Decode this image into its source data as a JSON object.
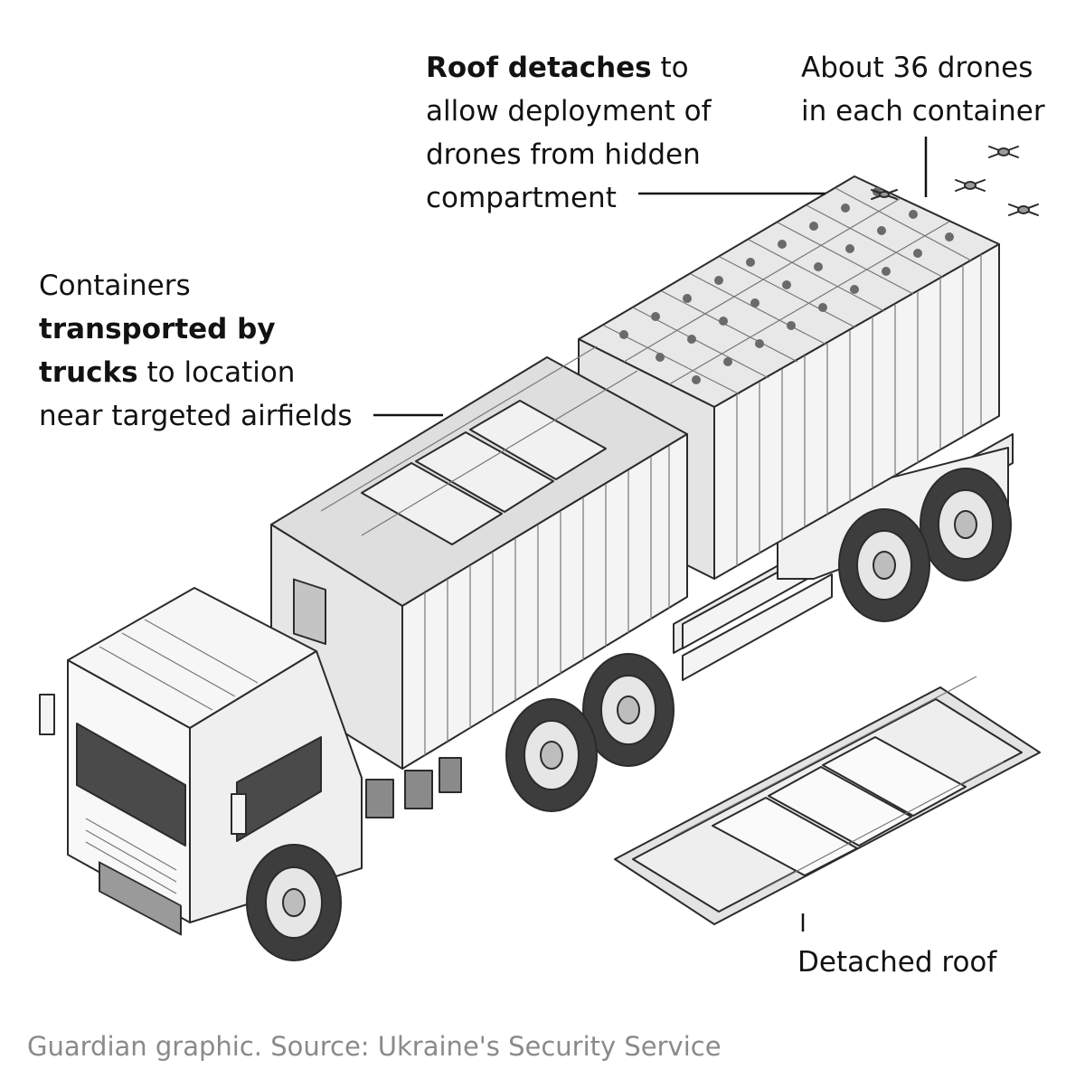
{
  "annotations": {
    "roof_detaches": {
      "bold": "Roof detaches",
      "line1_rest": " to",
      "line2": "allow deployment of",
      "line3": "drones from hidden",
      "line4": "compartment"
    },
    "drones_count": {
      "line1": "About 36 drones",
      "line2": "in each container"
    },
    "containers_transported": {
      "line1": "Containers",
      "bold1": "transported by",
      "bold2": "trucks",
      "line3_rest": " to location",
      "line4": "near targeted airfields"
    },
    "detached_roof": {
      "label": "Detached roof"
    }
  },
  "credit": "Guardian graphic. Source: Ukraine's Security Service",
  "colors": {
    "outline": "#2b2b2b",
    "body_fill": "#f4f4f4",
    "shadow_fill": "#d8d8d8",
    "panel_fill": "#c4c4c4",
    "credit_text": "#8a8a8a"
  }
}
